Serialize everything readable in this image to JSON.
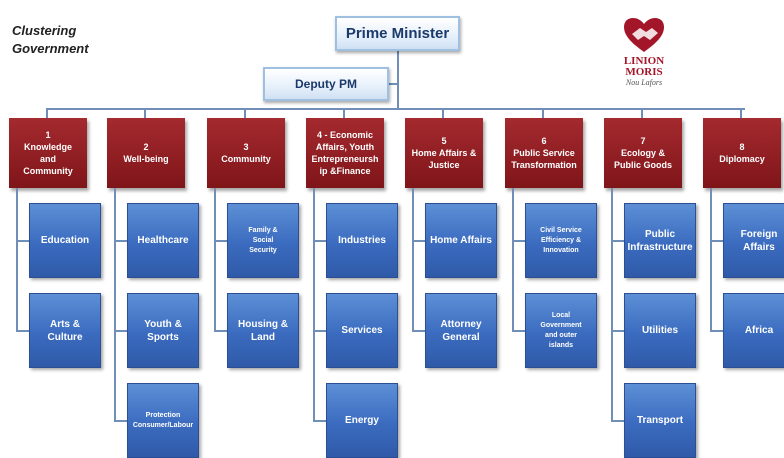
{
  "header": {
    "title_line1": "Clustering",
    "title_line2": "Government"
  },
  "top": {
    "prime_minister": "Prime Minister",
    "deputy_pm": "Deputy PM"
  },
  "logo": {
    "line1": "LINION",
    "line2": "MORIS",
    "tagline": "Nou Lafors",
    "icon": "handshake-heart-icon",
    "color": "#a3162a"
  },
  "colors": {
    "cluster": "#8b1a1f",
    "department": "#3b6bbf",
    "connector": "#6f8fb8",
    "top_box_border": "#9fc0e0",
    "top_box_text": "#1a3a6b"
  },
  "clusters": [
    {
      "number": "1",
      "name": "Knowledge\nand\nCommunity",
      "departments": [
        "Education",
        "Arts &\nCulture"
      ]
    },
    {
      "number": "2",
      "name": "Well-being",
      "departments": [
        "Healthcare",
        "Youth &\nSports",
        "Protection\nConsumer/Labour"
      ]
    },
    {
      "number": "3",
      "name": "Community",
      "departments": [
        "Family &\nSocial\nSecurity",
        "Housing &\nLand"
      ]
    },
    {
      "number": "4 - Economic",
      "name": "Affairs, Youth\nEntrepreneursh\nip &Finance",
      "departments": [
        "Industries",
        "Services",
        "Energy"
      ]
    },
    {
      "number": "5",
      "name": "Home Affairs &\nJustice",
      "departments": [
        "Home Affairs",
        "Attorney\nGeneral"
      ]
    },
    {
      "number": "6",
      "name": "Public Service\nTransformation",
      "departments": [
        "Civil Service\nEfficiency &\nInnovation",
        "Local\nGovernment\nand outer\nislands"
      ]
    },
    {
      "number": "7",
      "name": "Ecology &\nPublic Goods",
      "departments": [
        "Public\nInfrastructure",
        "Utilities",
        "Transport"
      ]
    },
    {
      "number": "8",
      "name": "Diplomacy",
      "departments": [
        "Foreign\nAffairs",
        "Africa"
      ]
    }
  ]
}
